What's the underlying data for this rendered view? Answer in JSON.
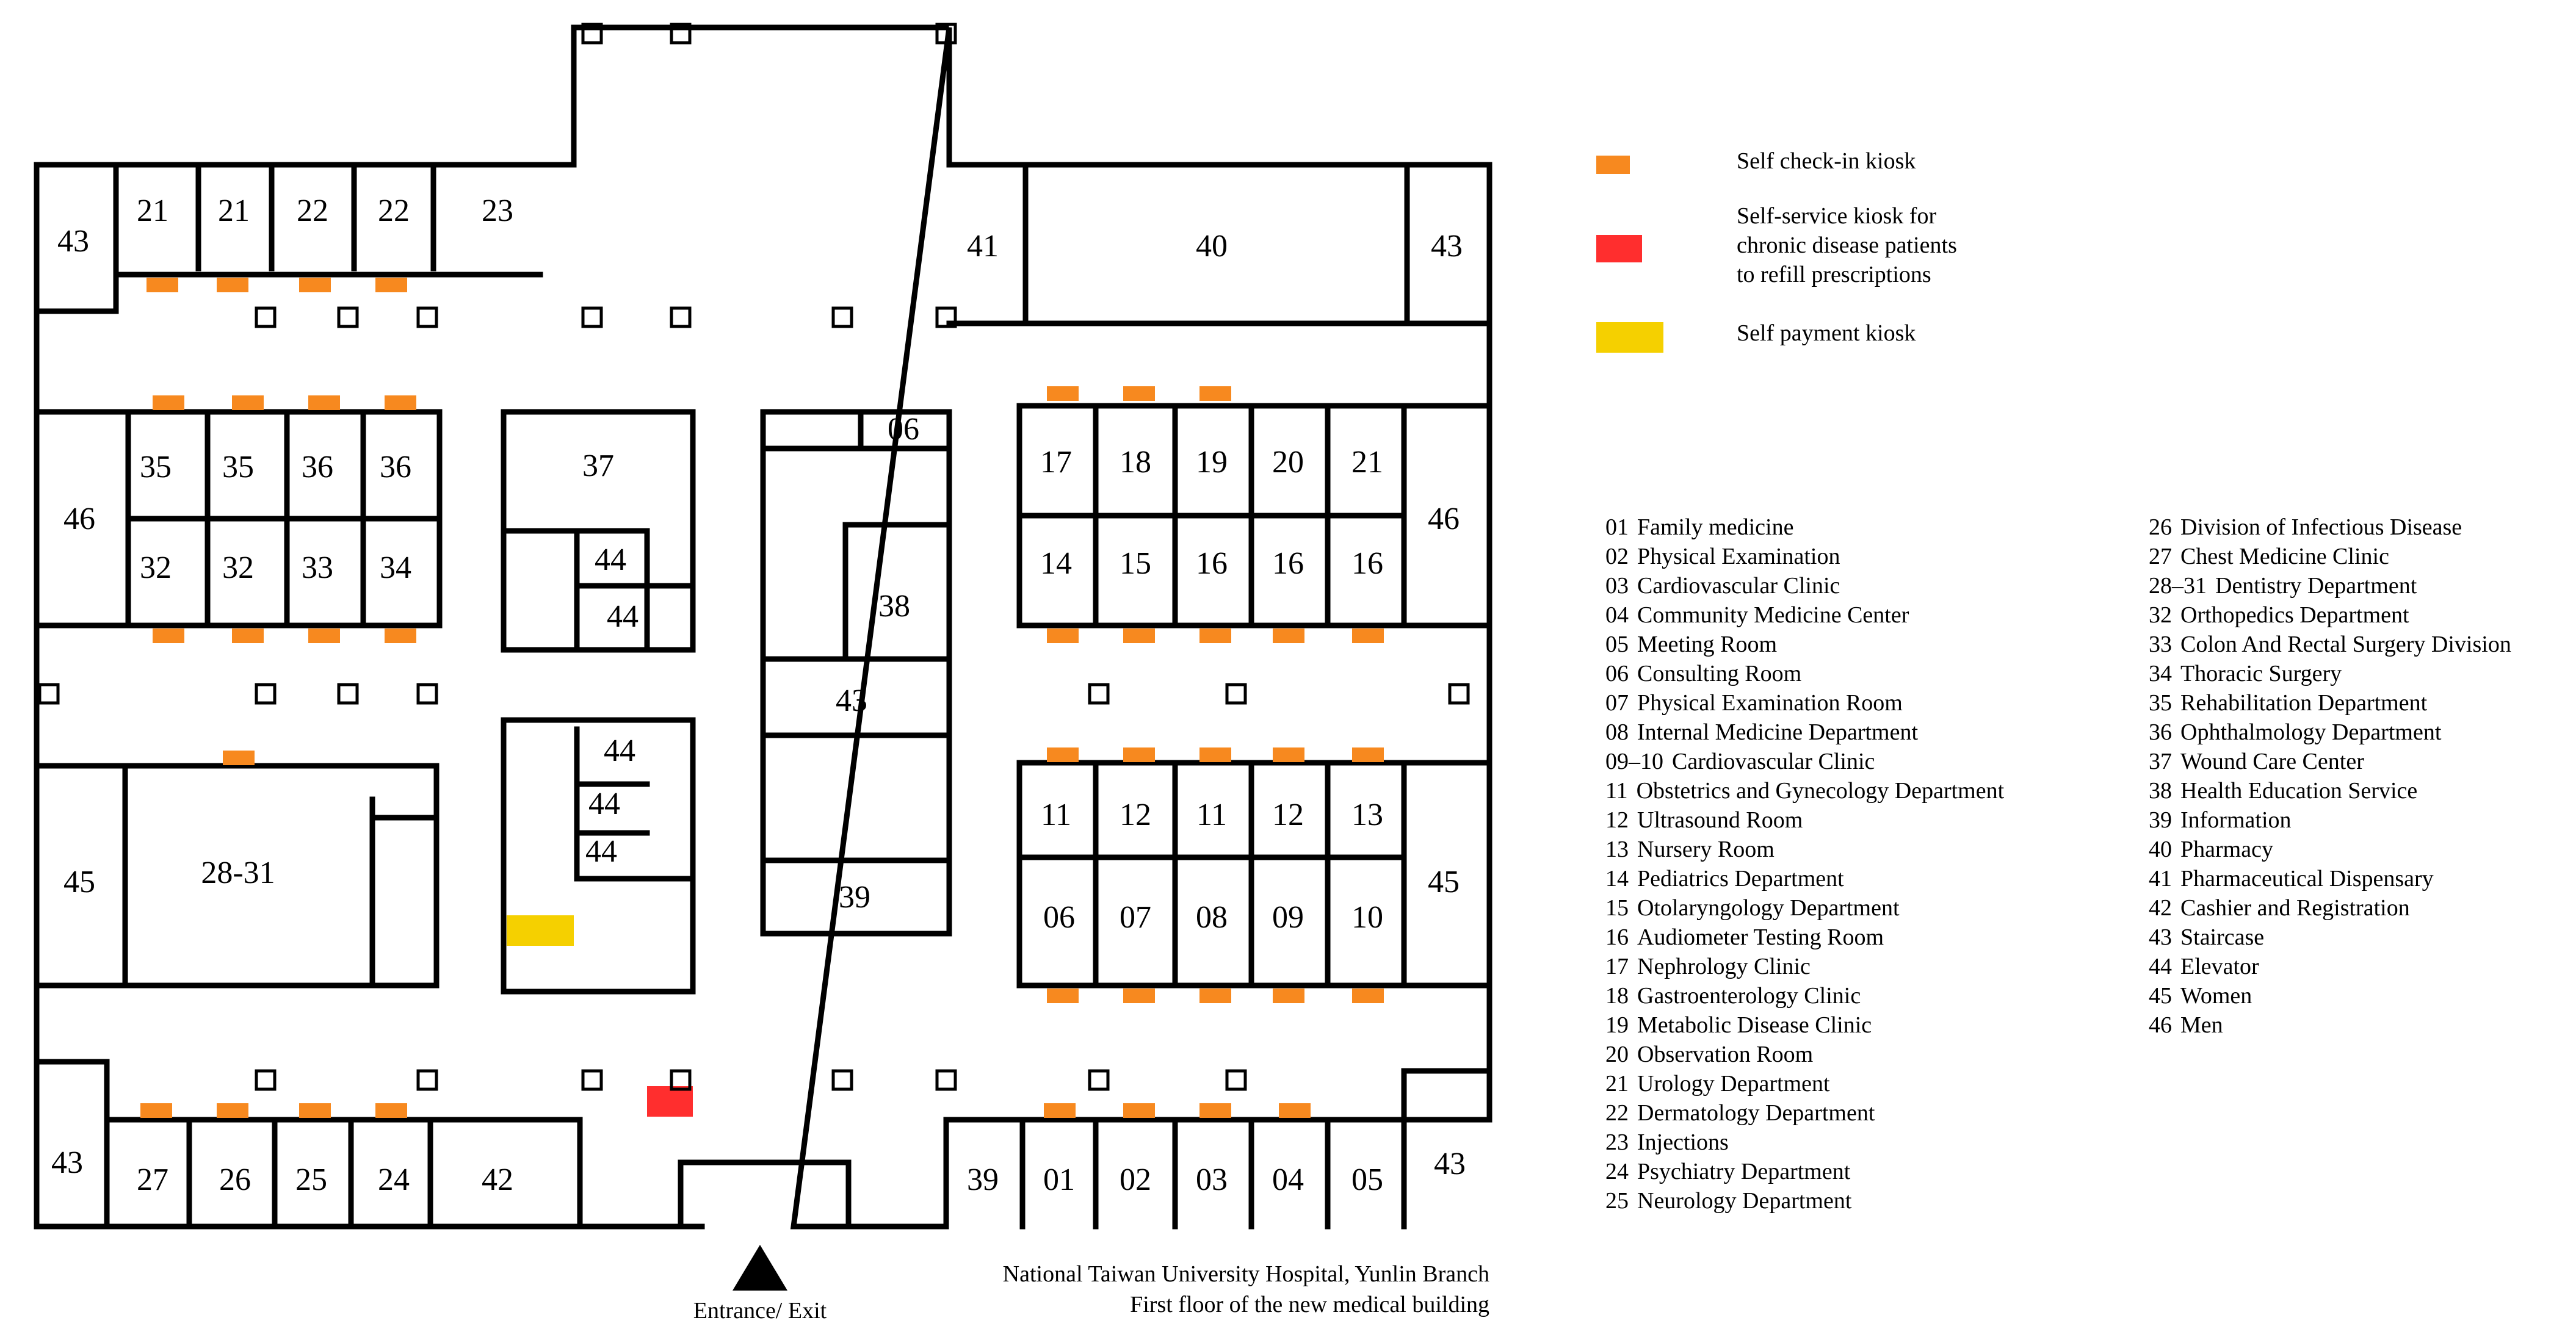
{
  "colors": {
    "checkin": "#f7891f",
    "chronic": "#ff2e2e",
    "payment": "#f5d000",
    "wall": "#000000"
  },
  "legend": {
    "checkin_label": "Self check-in  kiosk",
    "chronic_label_lines": [
      "Self-service kiosk for",
      "chronic disease patients",
      "to refill prescriptions"
    ],
    "payment_label": "Self payment kiosk"
  },
  "caption": {
    "line1": "National Taiwan University Hospital,  Yunlin Branch",
    "line2": "First floor of the new medical building"
  },
  "entrance_label": "Entrance/ Exit",
  "room_labels": [
    "21",
    "21",
    "22",
    "22",
    "23",
    "43",
    "41",
    "40",
    "43",
    "06",
    "37",
    "35",
    "35",
    "36",
    "36",
    "46",
    "32",
    "32",
    "33",
    "34",
    "44",
    "44",
    "17",
    "18",
    "19",
    "20",
    "21",
    "14",
    "15",
    "16",
    "16",
    "16",
    "46",
    "38",
    "43",
    "44",
    "44",
    "44",
    "11",
    "12",
    "11",
    "12",
    "13",
    "28-31",
    "45",
    "06",
    "07",
    "08",
    "09",
    "10",
    "45",
    "39",
    "43",
    "27",
    "26",
    "25",
    "24",
    "42",
    "39",
    "01",
    "02",
    "03",
    "04",
    "05",
    "43"
  ],
  "departments_left": [
    {
      "code": "01",
      "name": "Family medicine"
    },
    {
      "code": "02",
      "name": "Physical Examination"
    },
    {
      "code": "03",
      "name": "Cardiovascular Clinic"
    },
    {
      "code": "04",
      "name": "Community Medicine Center"
    },
    {
      "code": "05",
      "name": "Meeting Room"
    },
    {
      "code": "06",
      "name": "Consulting Room"
    },
    {
      "code": "07",
      "name": "Physical Examination Room"
    },
    {
      "code": "08",
      "name": "Internal Medicine Department"
    },
    {
      "code": "09–10",
      "name": "Cardiovascular Clinic"
    },
    {
      "code": "11",
      "name": "Obstetrics and Gynecology Department"
    },
    {
      "code": "12",
      "name": "Ultrasound Room"
    },
    {
      "code": "13",
      "name": "Nursery Room"
    },
    {
      "code": "14",
      "name": "Pediatrics Department"
    },
    {
      "code": "15",
      "name": "Otolaryngology Department"
    },
    {
      "code": "16",
      "name": "Audiometer Testing Room"
    },
    {
      "code": "17",
      "name": "Nephrology Clinic"
    },
    {
      "code": "18",
      "name": "Gastroenterology Clinic"
    },
    {
      "code": "19",
      "name": "Metabolic Disease Clinic"
    },
    {
      "code": "20",
      "name": "Observation Room"
    },
    {
      "code": "21",
      "name": "Urology Department"
    },
    {
      "code": "22",
      "name": "Dermatology Department"
    },
    {
      "code": "23",
      "name": "Injections"
    },
    {
      "code": "24",
      "name": "Psychiatry Department"
    },
    {
      "code": "25",
      "name": "Neurology Department"
    }
  ],
  "departments_right": [
    {
      "code": "26",
      "name": "Division of Infectious Disease"
    },
    {
      "code": "27",
      "name": "Chest Medicine Clinic"
    },
    {
      "code": "28–31",
      "name": "Dentistry Department"
    },
    {
      "code": "32",
      "name": "Orthopedics Department"
    },
    {
      "code": "33",
      "name": "Colon And Rectal Surgery Division"
    },
    {
      "code": "34",
      "name": "Thoracic Surgery"
    },
    {
      "code": "35",
      "name": "Rehabilitation Department"
    },
    {
      "code": "36",
      "name": "Ophthalmology Department"
    },
    {
      "code": "37",
      "name": "Wound Care Center"
    },
    {
      "code": "38",
      "name": "Health Education Service"
    },
    {
      "code": "39",
      "name": "Information"
    },
    {
      "code": "40",
      "name": "Pharmacy"
    },
    {
      "code": "41",
      "name": "Pharmaceutical Dispensary"
    },
    {
      "code": "42",
      "name": "Cashier and Registration"
    },
    {
      "code": "43",
      "name": "Staircase"
    },
    {
      "code": "44",
      "name": "Elevator"
    },
    {
      "code": "45",
      "name": "Women"
    },
    {
      "code": "46",
      "name": "Men"
    }
  ]
}
